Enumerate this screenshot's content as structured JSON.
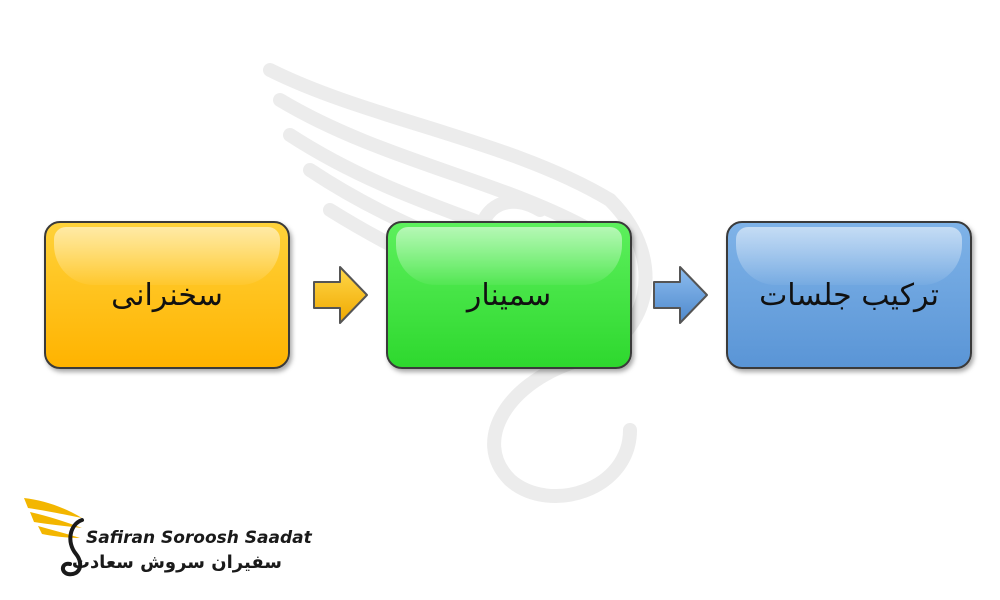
{
  "diagram": {
    "steps": [
      {
        "label": "سخنرانی",
        "color": "#ffc000"
      },
      {
        "label": "سمینار",
        "color": "#3de33d"
      },
      {
        "label": "ترکیب جلسات",
        "color": "#6aa5e0"
      }
    ],
    "arrows": [
      {
        "from": 0,
        "to": 1,
        "color": "#ffc000"
      },
      {
        "from": 1,
        "to": 2,
        "color": "#6aa5e0"
      }
    ]
  },
  "logo": {
    "name_en": "Safiran Soroosh Saadat",
    "name_fa": "سفیران سروش سعادت",
    "accent": "#f3b600"
  },
  "watermark": {
    "icon": "bird-wing-watermark-icon"
  }
}
